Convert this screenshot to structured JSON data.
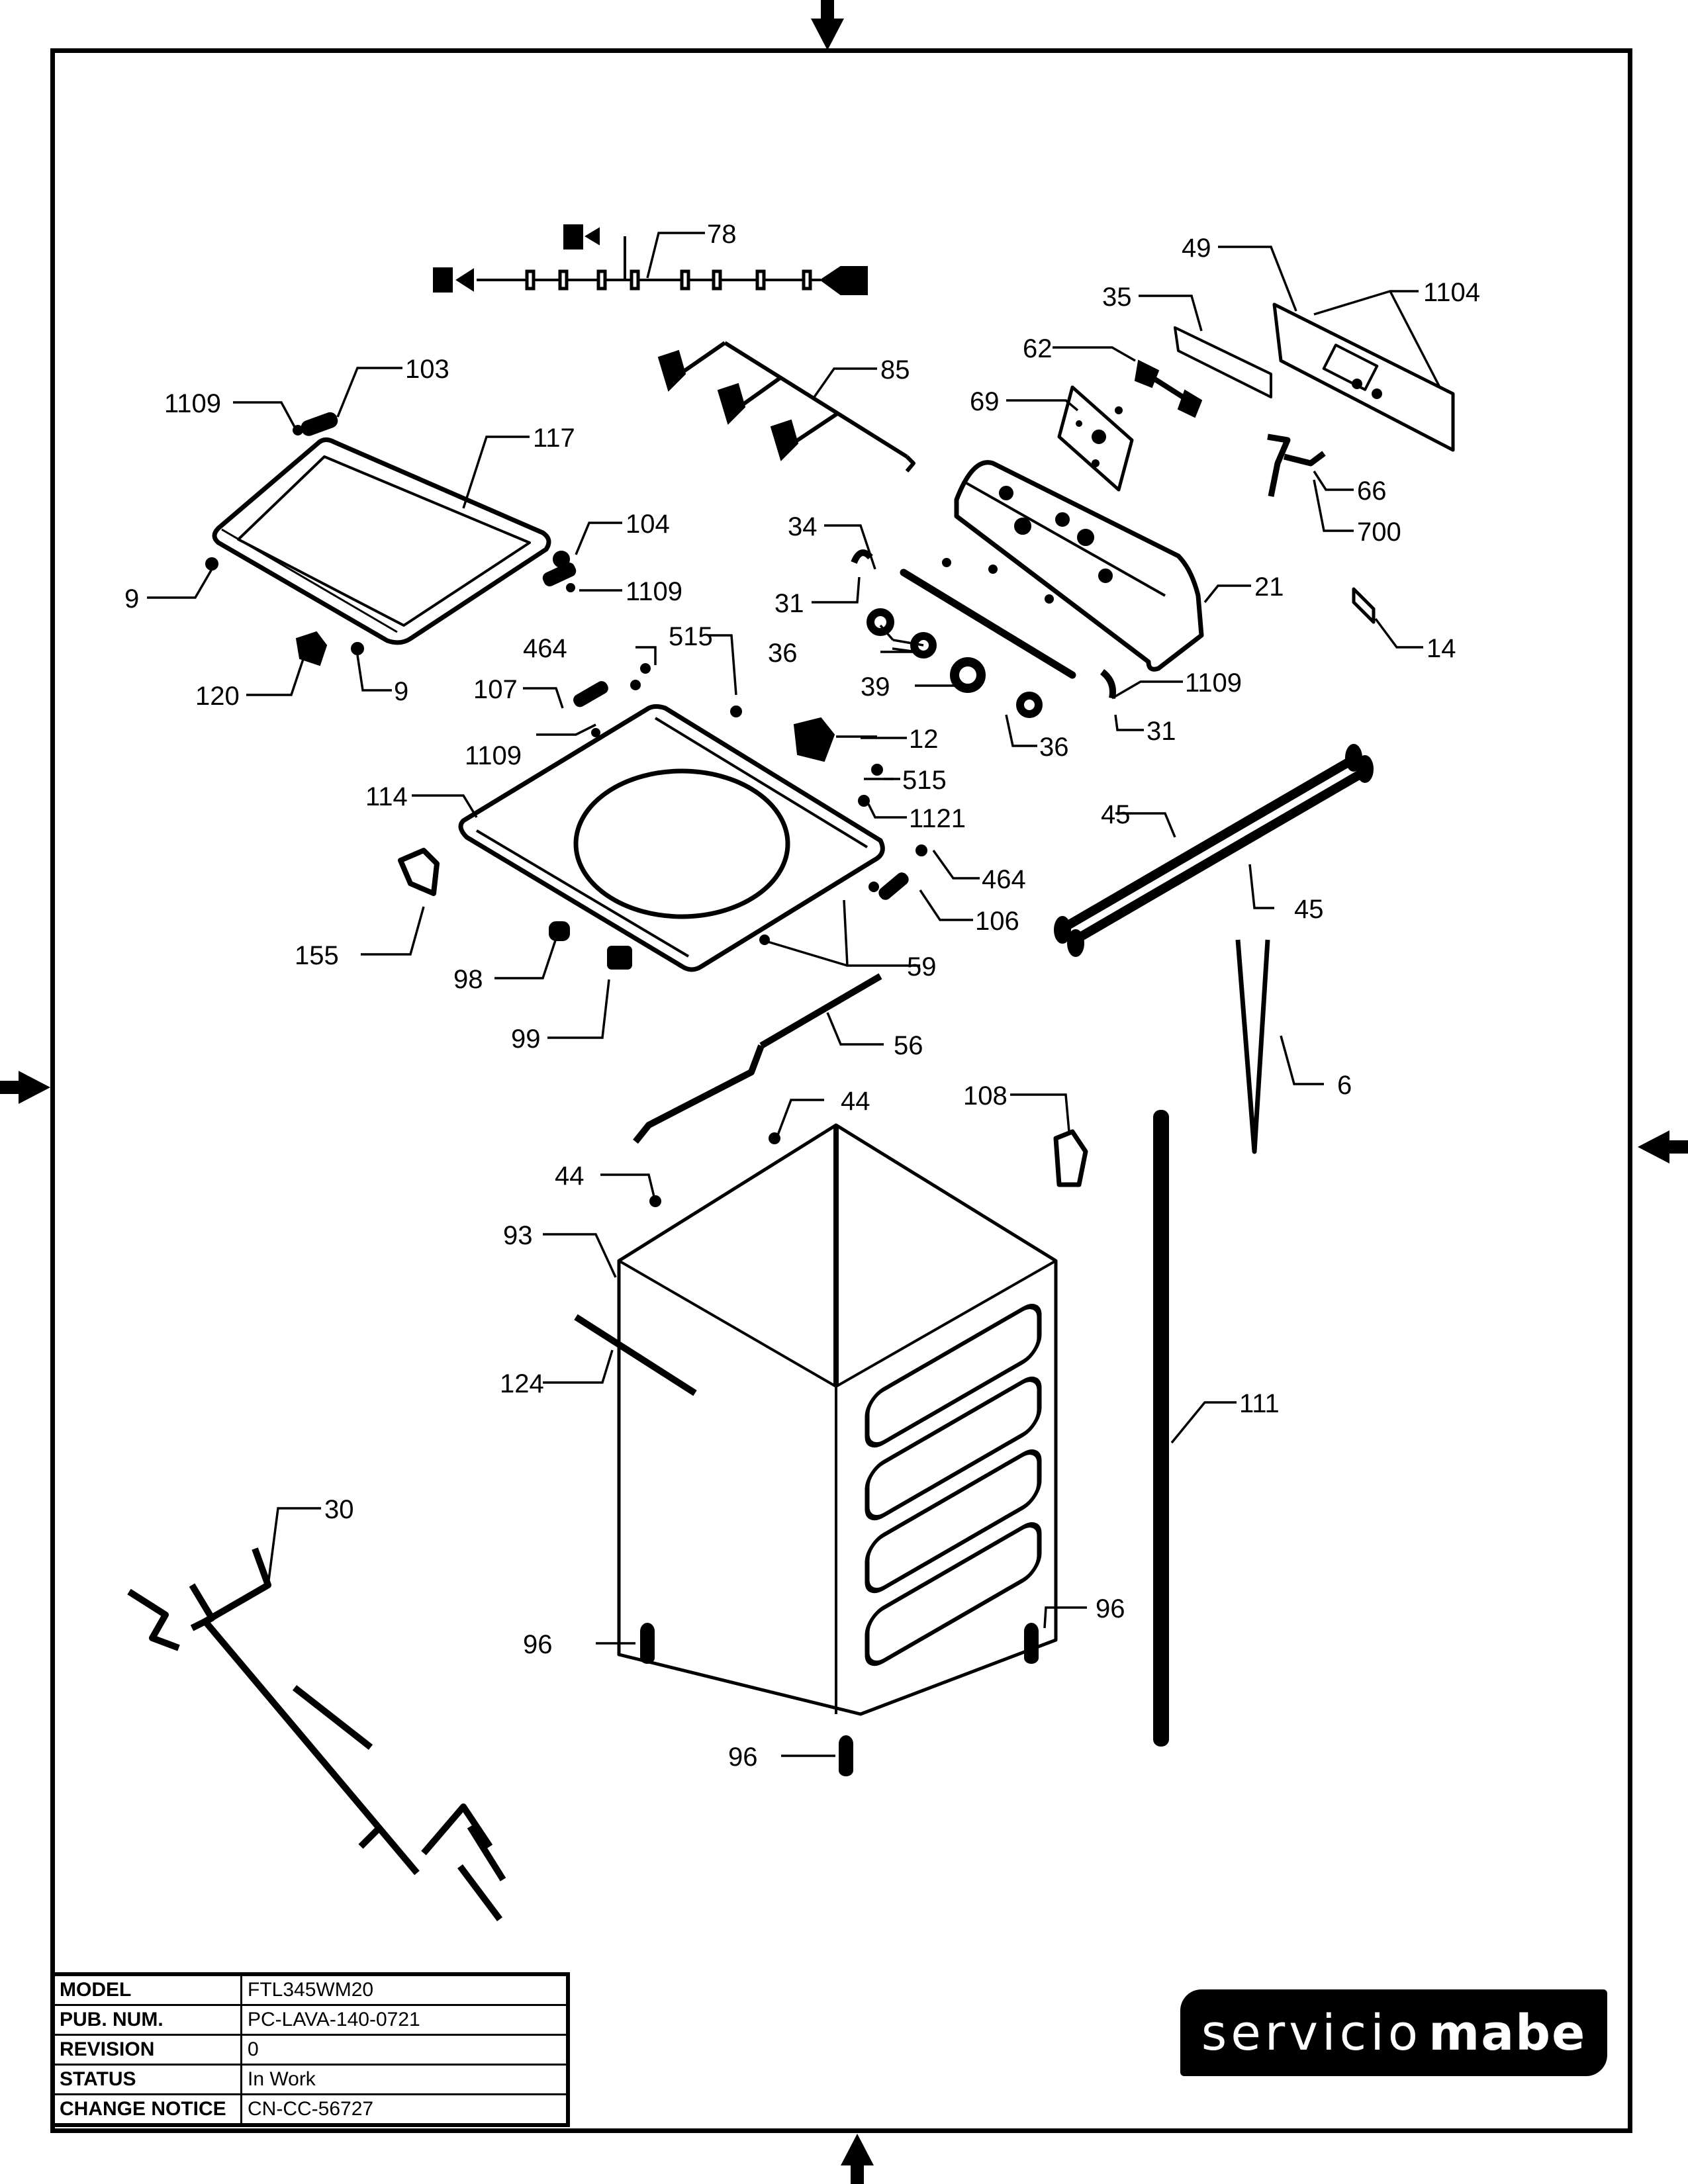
{
  "title_block": {
    "rows": [
      {
        "label": "MODEL",
        "value": "FTL345WM20"
      },
      {
        "label": "PUB. NUM.",
        "value": "PC-LAVA-140-0721"
      },
      {
        "label": "REVISION",
        "value": "0"
      },
      {
        "label": "STATUS",
        "value": "In Work"
      },
      {
        "label": "CHANGE NOTICE",
        "value": "CN-CC-56727"
      }
    ]
  },
  "logo": {
    "light": "servicio",
    "bold": "mabe"
  },
  "callouts": {
    "c78": "78",
    "c49": "49",
    "c1104": "1104",
    "c35": "35",
    "c62": "62",
    "c69": "69",
    "c103": "103",
    "c1109a": "1109",
    "c85": "85",
    "c117": "117",
    "c66": "66",
    "c700": "700",
    "c104": "104",
    "c34": "34",
    "c1109b": "1109",
    "c9a": "9",
    "c21": "21",
    "c31a": "31",
    "c14": "14",
    "c36a": "36",
    "c515a": "515",
    "c464a": "464",
    "c120": "120",
    "c9b": "9",
    "c39": "39",
    "c1109c": "1109",
    "c107": "107",
    "c31b": "31",
    "c12": "12",
    "c36b": "36",
    "c1109d": "1109",
    "c515b": "515",
    "c114": "114",
    "c1121": "1121",
    "c45a": "45",
    "c464b": "464",
    "c45b": "45",
    "c106": "106",
    "c155": "155",
    "c59": "59",
    "c98": "98",
    "c99": "99",
    "c56": "56",
    "c6": "6",
    "c44a": "44",
    "c108": "108",
    "c44b": "44",
    "c93": "93",
    "c124": "124",
    "c111": "111",
    "c30": "30",
    "c96a": "96",
    "c96b": "96",
    "c96c": "96"
  }
}
